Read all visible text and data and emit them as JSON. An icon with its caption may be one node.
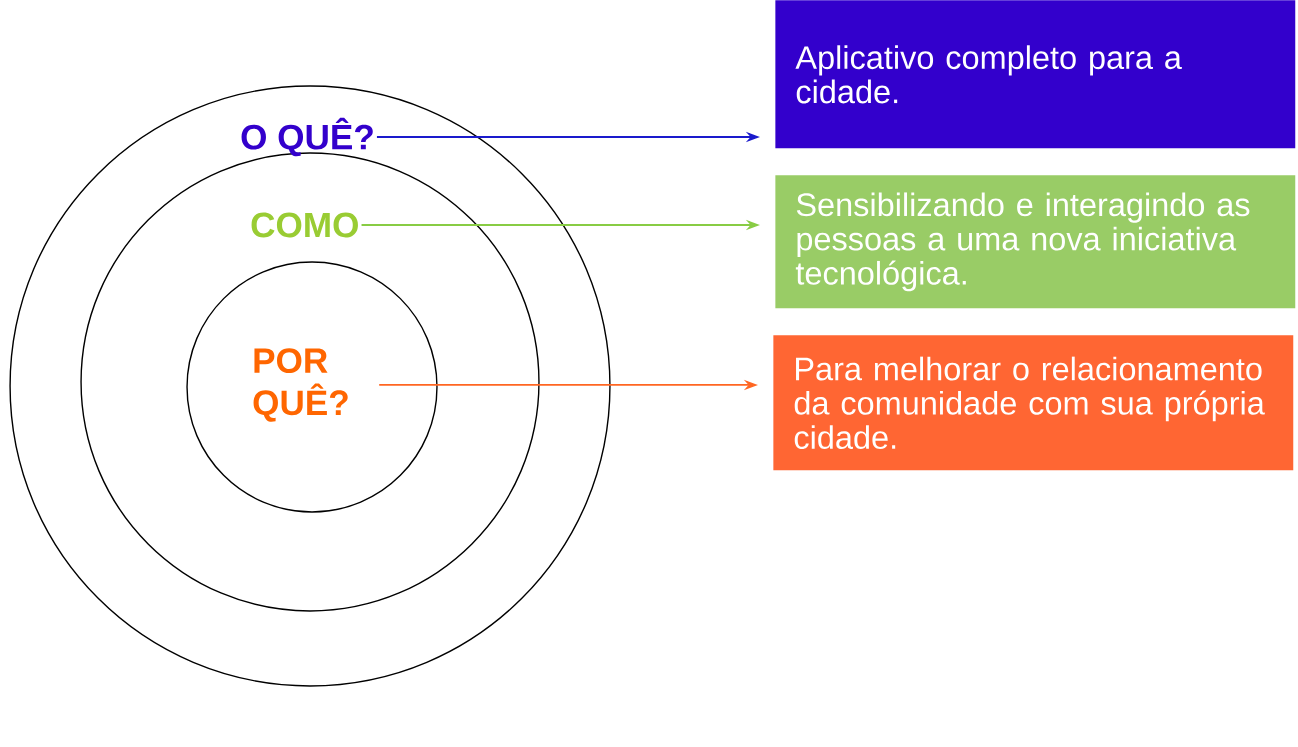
{
  "diagram": {
    "nodes": [
      {
        "text": [],
        "shape": "circle"
      },
      {
        "text": [],
        "shape": "circle",
        "in": 0
      },
      {
        "text": [],
        "shape": "circle",
        "in": 1
      },
      {
        "text": [
          "O QUÊ?"
        ],
        "in": 0
      },
      {
        "text": [
          "COMO"
        ],
        "in": 1
      },
      {
        "text": [
          "POR QUÊ?"
        ],
        "in": 2
      },
      {
        "text": [
          "Aplicativo completo para a cidade."
        ]
      },
      {
        "text": [
          "Sensibilizando e interagindo as pessoas a uma nova iniciativa tecnológica."
        ]
      },
      {
        "text": [
          "Para melhorar o relacionamento da comunidade com sua própria cidade."
        ]
      }
    ],
    "edges": [
      {
        "from": 3,
        "to": 6,
        "arrow": "to",
        "color": "#1a1acc"
      },
      {
        "from": 4,
        "to": 7,
        "arrow": "to",
        "color": "#88cc44"
      },
      {
        "from": 5,
        "to": 8,
        "arrow": "to",
        "color": "#ff6622"
      }
    ]
  }
}
